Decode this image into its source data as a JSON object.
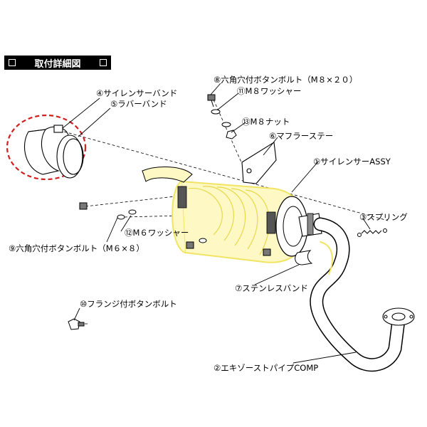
{
  "header": {
    "title": "取付詳細図"
  },
  "colors": {
    "accent_highlight": "#f2e463",
    "callout_circle": "#d21f1f",
    "line": "#000000"
  },
  "labels": {
    "p4": "④サイレンサーバンド",
    "p5": "⑤ラバーバンド",
    "p8": "⑧六角穴付ボタンボルト（M８×２０）",
    "p11": "⑪M８ワッシャー",
    "p13": "⑬M８ナット",
    "p6": "⑥マフラーステー",
    "p1": "①サイレンサーASSY",
    "p3": "③スプリング",
    "p12": "⑫M６ワッシャー",
    "p9": "⑨六角穴付ボタンボルト（M６×８）",
    "p7": "⑦ステンレスバンド",
    "p10": "⑩フランジ付ボタンボルト",
    "p2": "②エキゾーストパイプCOMP"
  }
}
